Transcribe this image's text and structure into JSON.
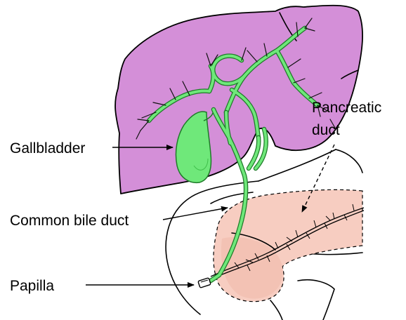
{
  "labels": {
    "gallbladder": "Gallbladder",
    "pancreatic_duct_line1": "Pancreatic",
    "pancreatic_duct_line2": "duct",
    "common_bile_duct": "Common bile duct",
    "papilla": "Papilla"
  },
  "colors": {
    "liver": "#d48fd8",
    "bile": "#6fe87a",
    "bile_dark": "#3fbf4a",
    "pancreas": "#f7cdc1",
    "outline": "#000000"
  }
}
